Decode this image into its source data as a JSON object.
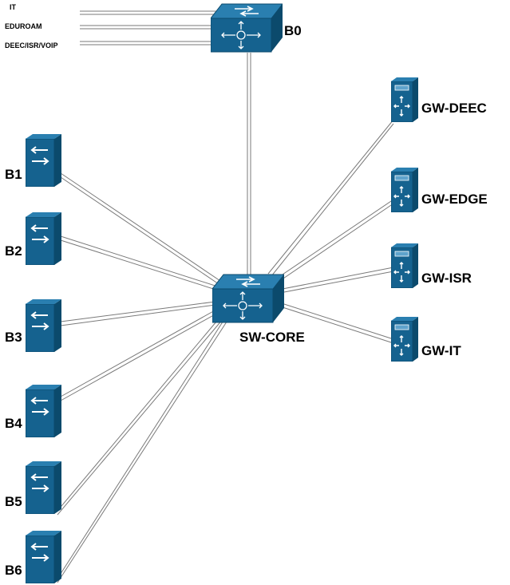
{
  "colors": {
    "device": "#15628f",
    "device_dark": "#0b4a6c",
    "device_top": "#2a7fb0",
    "link": "#7a7a7a"
  },
  "feeds": {
    "it": "IT",
    "eduroam": "EDUROAM",
    "deec": "DEEC/ISR/VOIP"
  },
  "switches": {
    "b0": "B0",
    "core": "SW-CORE"
  },
  "buildings": {
    "b1": "B1",
    "b2": "B2",
    "b3": "B3",
    "b4": "B4",
    "b5": "B5",
    "b6": "B6"
  },
  "gateways": {
    "deec": "GW-DEEC",
    "edge": "GW-EDGE",
    "isr": "GW-ISR",
    "it": "GW-IT"
  }
}
